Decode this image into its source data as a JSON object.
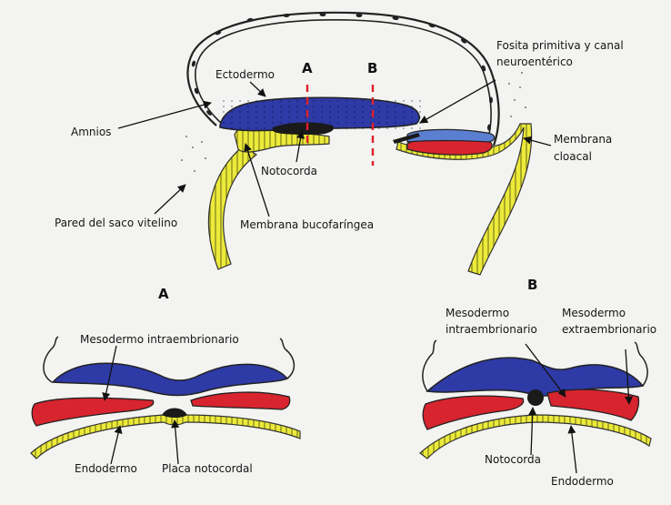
{
  "colors": {
    "background": "#f3f3f1",
    "ectoderm": "#2e3aa6",
    "mesoderm": "#d8242e",
    "endoderm": "#ecea3a",
    "notochord": "#1a1a1a",
    "outline": "#222222",
    "section_line": "#e0202a"
  },
  "top_diagram": {
    "labels": {
      "amnios": "Amnios",
      "ectodermo": "Ectodermo",
      "notocorda": "Notocorda",
      "pared_saco": "Pared del saco vitelino",
      "membrana_bucofaringea": "Membrana bucofaríngea",
      "fosita_line1": "Fosita primitiva y canal",
      "fosita_line2": "neuroentérico",
      "membrana_line1": "Membrana",
      "membrana_line2": "cloacal"
    },
    "cut_a": "A",
    "cut_b": "B"
  },
  "panel_a": {
    "title": "A",
    "labels": {
      "mesodermo": "Mesodermo intraembrionario",
      "endodermo": "Endodermo",
      "placa": "Placa notocordal"
    }
  },
  "panel_b": {
    "title": "B",
    "labels": {
      "meso_intra_line1": "Mesodermo",
      "meso_intra_line2": "intraembrionario",
      "meso_extra_line1": "Mesodermo",
      "meso_extra_line2": "extraembrionario",
      "notocorda": "Notocorda",
      "endodermo": "Endodermo"
    }
  }
}
